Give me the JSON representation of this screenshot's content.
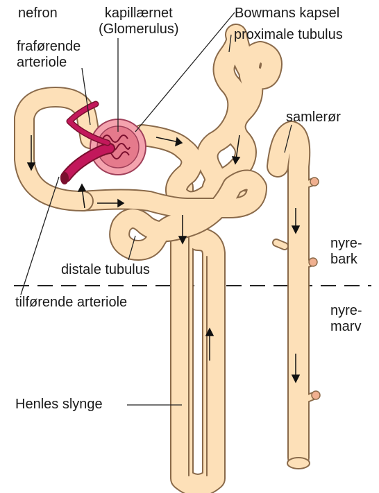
{
  "labels": {
    "nefron": "nefron",
    "kapillaernet_1": "kapillærnet",
    "kapillaernet_2": "(Glomerulus)",
    "bowmans_kapsel": "Bowmans kapsel",
    "proximale_tubulus": "proximale tubulus",
    "fraforende_1": "fraførende",
    "fraforende_2": "arteriole",
    "samleror": "samlerør",
    "nyrebark_1": "nyre-",
    "nyrebark_2": "bark",
    "distale_tubulus": "distale tubulus",
    "tilforende_arteriole": "tilførende arteriole",
    "nyremarv_1": "nyre-",
    "nyremarv_2": "marv",
    "henles_slynge": "Henles slynge"
  },
  "colors": {
    "tubule_fill": "#fde0b8",
    "tubule_outline": "#8a6a4a",
    "artery": "#c2185b",
    "glomerulus": "#e57a8c",
    "capsule": "#f4a3ae"
  }
}
